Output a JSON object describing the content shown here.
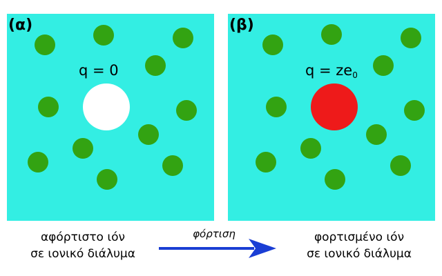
{
  "panels": [
    {
      "label": "(α)",
      "charge_text": "q = 0",
      "charge_sub": "",
      "ion_color": "#ffffff"
    },
    {
      "label": "(β)",
      "charge_text": "q = ze",
      "charge_sub": "0",
      "ion_color": "#ee1a1a"
    }
  ],
  "captions": {
    "left_line1": "αφόρτιστο ιόν",
    "left_line2": "σε ιονικό διάλυμα",
    "right_line1": "φορτισμένο ιόν",
    "right_line2": "σε ιονικό διάλυμα"
  },
  "arrow": {
    "label": "φόρτιση",
    "color": "#1a3ed4"
  },
  "colors": {
    "solution": "#33eee3",
    "counter_ion": "#33a312"
  }
}
